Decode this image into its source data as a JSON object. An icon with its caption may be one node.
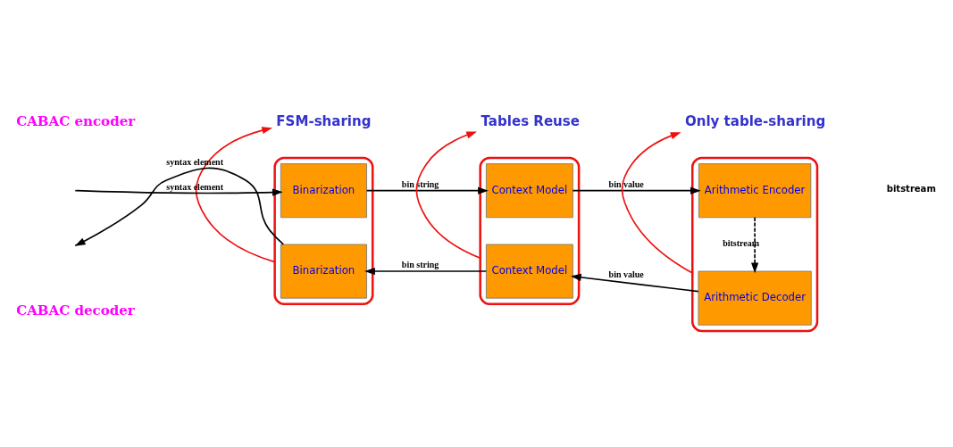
{
  "diagram": {
    "nodes": [
      {
        "text": [],
        "shape": "ellipse"
      },
      {
        "text": [
          "Binarization"
        ],
        "in": 0
      },
      {
        "text": [
          "Binarization"
        ],
        "in": 0
      },
      {
        "text": [],
        "shape": "ellipse"
      },
      {
        "text": [
          "Context Model"
        ],
        "in": 3
      },
      {
        "text": [
          "Context Model"
        ],
        "in": 3
      },
      {
        "text": [],
        "shape": "ellipse"
      },
      {
        "text": [
          "Arithmetic Encoder"
        ],
        "in": 6
      },
      {
        "text": [
          "Arithmetic Decoder"
        ],
        "in": 6
      },
      {
        "text": [
          "FSM-sharing"
        ]
      },
      {
        "text": [
          "Tables Reuse"
        ]
      },
      {
        "text": [
          "Only table-sharing"
        ]
      }
    ],
    "edges": [
      {
        "from": null,
        "to": 1,
        "arrow": "to",
        "label": "syntax element"
      },
      {
        "from": 1,
        "to": 4,
        "arrow": "to",
        "label": "bin string"
      },
      {
        "from": 4,
        "to": 7,
        "arrow": "to",
        "label": "bin value"
      },
      {
        "from": 7,
        "to": 8,
        "arrow": "to",
        "label": "bitstream",
        "style": "dashed"
      },
      {
        "from": 8,
        "to": 5,
        "arrow": "to",
        "label": "bin value"
      },
      {
        "from": 5,
        "to": 2,
        "arrow": "to",
        "label": "bin string"
      },
      {
        "from": 2,
        "to": null,
        "arrow": "to",
        "label": "syntax element"
      },
      {
        "from": 0,
        "to": 9,
        "arrow": "to",
        "color": "#ee1111"
      },
      {
        "from": 3,
        "to": 10,
        "arrow": "to",
        "color": "#ee1111"
      },
      {
        "from": 6,
        "to": 11,
        "arrow": "to",
        "color": "#ee1111"
      }
    ],
    "labels": [
      "CABAC encoder",
      "CABAC decoder",
      "bitstream"
    ]
  }
}
